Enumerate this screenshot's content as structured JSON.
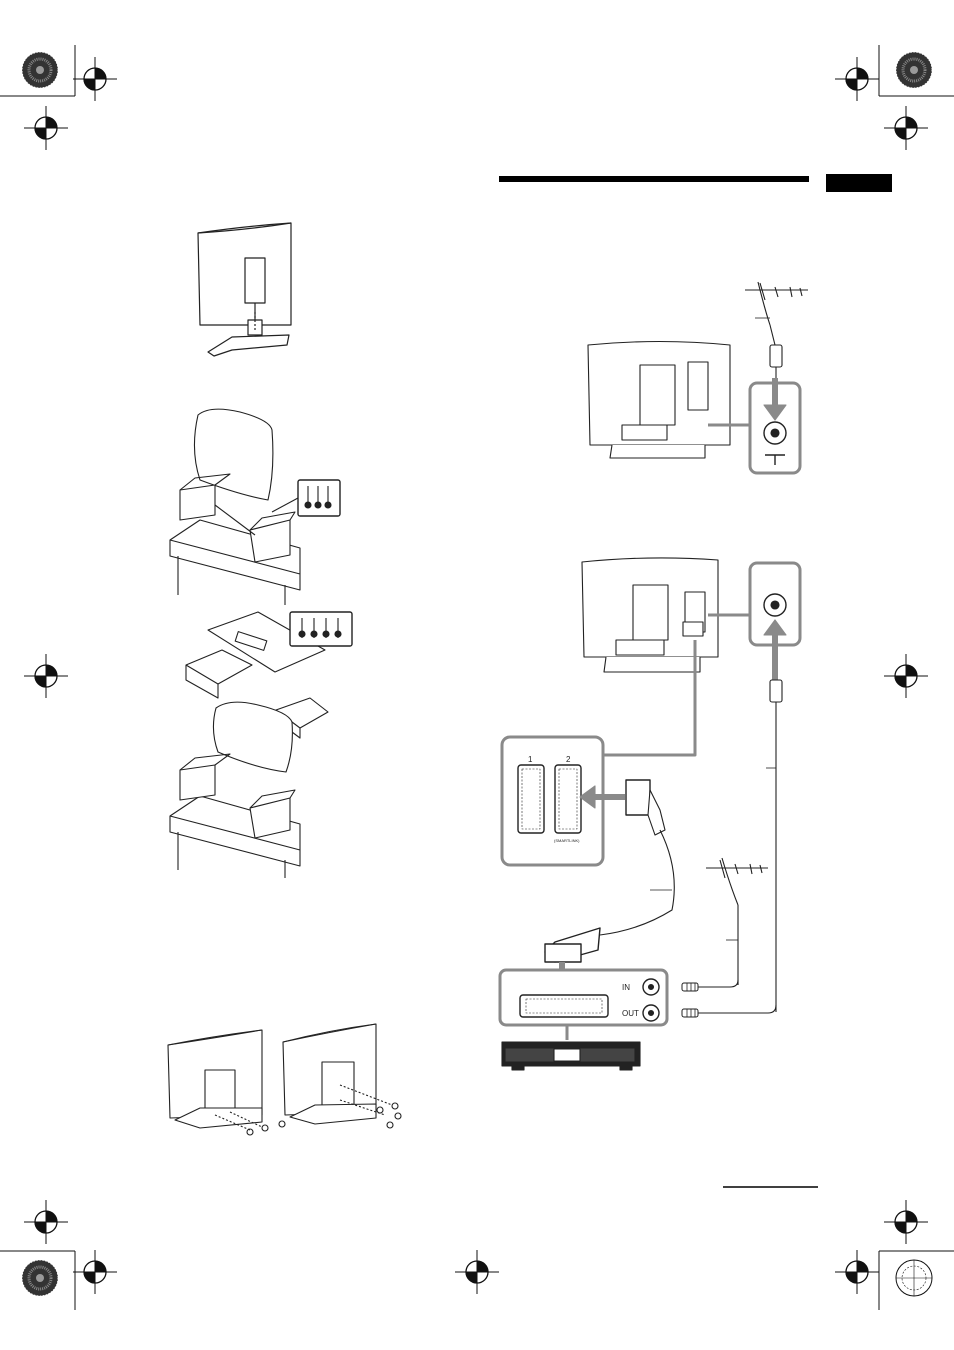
{
  "scart_labels": {
    "a": "1",
    "b": "2",
    "smartlink": "(SMARTLINK)"
  },
  "vcr_labels": {
    "in": "IN",
    "out": "OUT"
  },
  "colors": {
    "ink": "#222222",
    "gray": "#8a8a8a",
    "black_bar": "#000000"
  }
}
